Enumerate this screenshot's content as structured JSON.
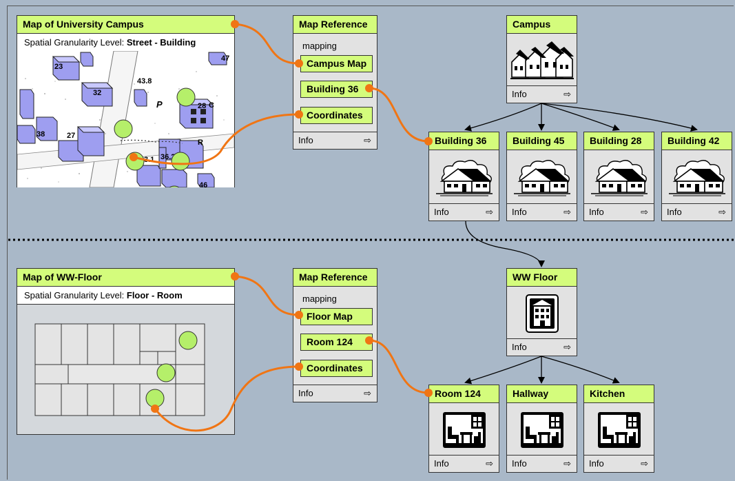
{
  "colors": {
    "background": "#a9b8c8",
    "header_green": "#d4fc7c",
    "connector_orange": "#f07514",
    "marker_green": "#b5ef6a"
  },
  "top": {
    "map": {
      "title": "Map of University Campus",
      "subtitle_prefix": "Spatial Granularity Level:",
      "subtitle_value": "Street - Building",
      "labels": [
        "23",
        "32",
        "43.8",
        "28",
        "P",
        "27",
        "38",
        "36.2",
        "3.1",
        "R",
        "47",
        "C",
        "46"
      ]
    },
    "reference": {
      "title": "Map Reference",
      "mapping_label": "mapping",
      "items": [
        "Campus Map",
        "Building 36",
        "Coordinates"
      ],
      "info": "Info"
    },
    "campus": {
      "title": "Campus",
      "icon": "town-houses-icon",
      "info": "Info"
    },
    "buildings": [
      {
        "title": "Building 36",
        "info": "Info",
        "icon": "house-icon"
      },
      {
        "title": "Building 45",
        "info": "Info",
        "icon": "house-icon"
      },
      {
        "title": "Building 28",
        "info": "Info",
        "icon": "house-icon"
      },
      {
        "title": "Building 42",
        "info": "Info",
        "icon": "house-icon"
      }
    ]
  },
  "bottom": {
    "map": {
      "title": "Map of WW-Floor",
      "subtitle_prefix": "Spatial Granularity Level:",
      "subtitle_value": "Floor - Room"
    },
    "reference": {
      "title": "Map Reference",
      "mapping_label": "mapping",
      "items": [
        "Floor Map",
        "Room 124",
        "Coordinates"
      ],
      "info": "Info"
    },
    "floor": {
      "title": "WW Floor",
      "icon": "floor-building-icon",
      "info": "Info"
    },
    "rooms": [
      {
        "title": "Room 124",
        "info": "Info",
        "icon": "room-icon"
      },
      {
        "title": "Hallway",
        "info": "Info",
        "icon": "room-icon"
      },
      {
        "title": "Kitchen",
        "info": "Info",
        "icon": "room-icon"
      }
    ]
  }
}
